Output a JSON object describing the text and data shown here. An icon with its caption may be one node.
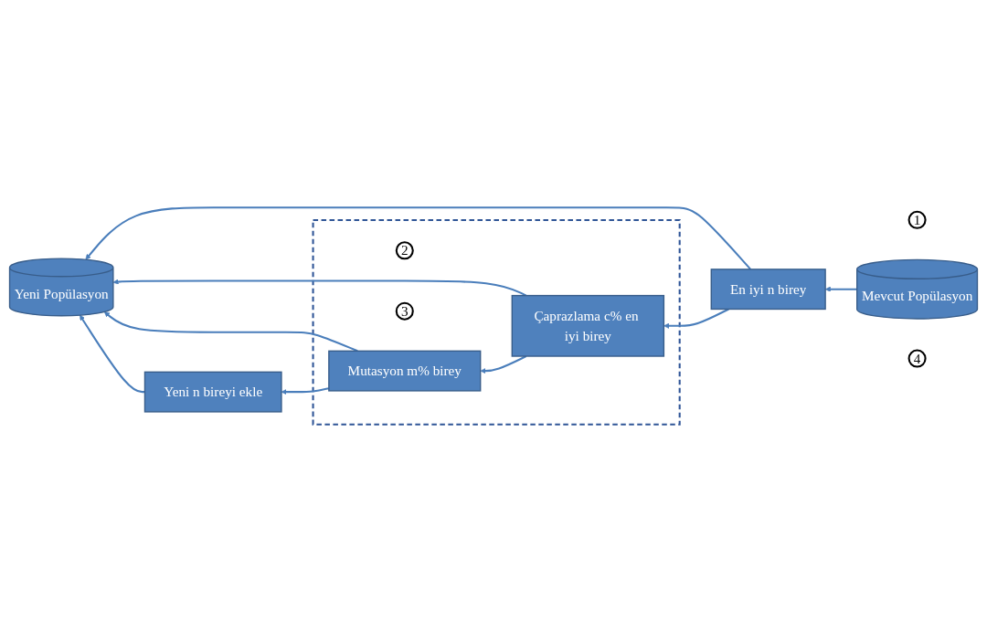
{
  "diagram": {
    "nodes": [
      {
        "text": [
          "Yeni Popülasyon"
        ]
      },
      {
        "text": [
          "En iyi n birey"
        ]
      },
      {
        "text": [
          "1"
        ]
      },
      {
        "text": [
          "Mevcut Popülasyon"
        ]
      },
      {
        "text": [],
        "shape": "box"
      },
      {
        "text": [
          "Çaprazlama c% en iyi birey"
        ],
        "in": 4
      },
      {
        "text": [
          "2"
        ],
        "in": 4
      },
      {
        "text": [
          "Mutasyon m% birey"
        ],
        "in": 4
      },
      {
        "text": [
          "3"
        ],
        "in": 4
      },
      {
        "text": [
          "Yeni n bireyi ekle"
        ]
      },
      {
        "text": [
          "4"
        ]
      }
    ],
    "edges": [
      {
        "from": 3,
        "to": 1,
        "arrow": "to"
      },
      {
        "from": 1,
        "to": 0,
        "arrow": "to"
      },
      {
        "from": 1,
        "to": 5,
        "arrow": "to"
      },
      {
        "from": 5,
        "to": 0,
        "arrow": "to"
      },
      {
        "from": 5,
        "to": 7,
        "arrow": "to"
      },
      {
        "from": 7,
        "to": 0,
        "arrow": "to"
      },
      {
        "from": 7,
        "to": 9,
        "arrow": "to"
      },
      {
        "from": 9,
        "to": 0,
        "arrow": "to"
      }
    ]
  }
}
